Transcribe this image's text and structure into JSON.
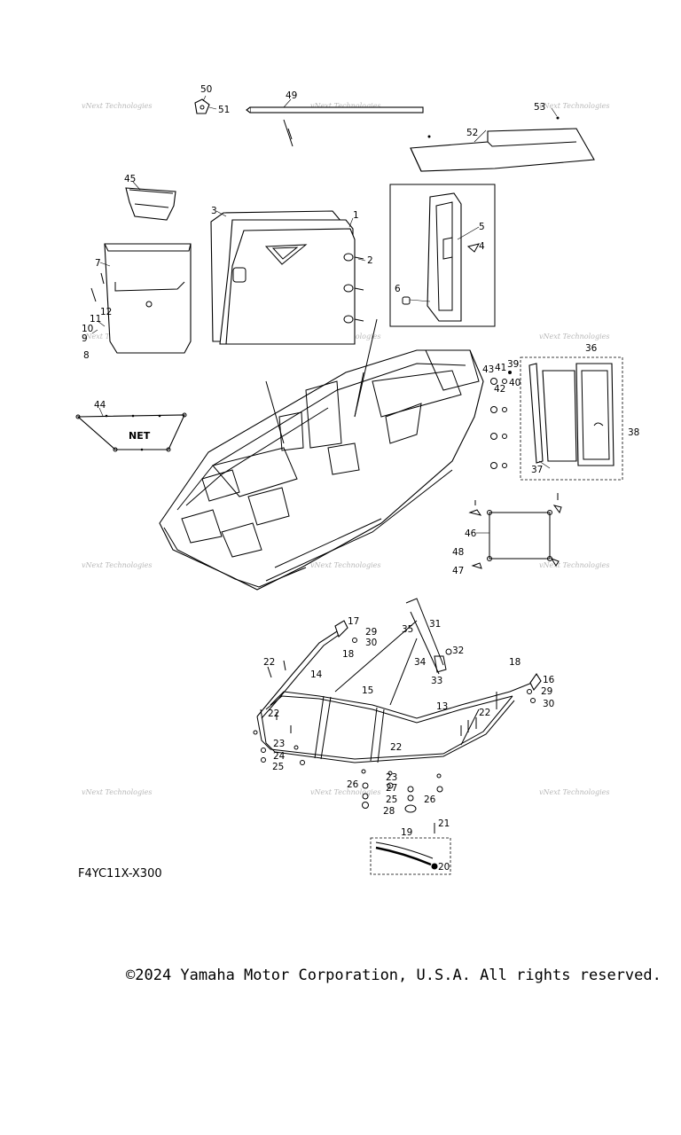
{
  "watermark": "vNext Technologies",
  "part_code": "F4YC11X-X300",
  "copyright": "©2024 Yamaha Motor Corporation, U.S.A. All rights reserved.",
  "net_label": "NET",
  "callouts": [
    "1",
    "2",
    "3",
    "4",
    "5",
    "6",
    "7",
    "8",
    "9",
    "10",
    "11",
    "12",
    "13",
    "14",
    "15",
    "16",
    "17",
    "18",
    "18",
    "19",
    "20",
    "21",
    "22",
    "22",
    "22",
    "22",
    "22",
    "23",
    "23",
    "24",
    "25",
    "25",
    "26",
    "26",
    "27",
    "28",
    "29",
    "29",
    "30",
    "30",
    "31",
    "32",
    "33",
    "34",
    "35",
    "36",
    "37",
    "38",
    "39",
    "40",
    "41",
    "42",
    "43",
    "44",
    "45",
    "46",
    "47",
    "48",
    "49",
    "50",
    "51",
    "52",
    "53"
  ]
}
